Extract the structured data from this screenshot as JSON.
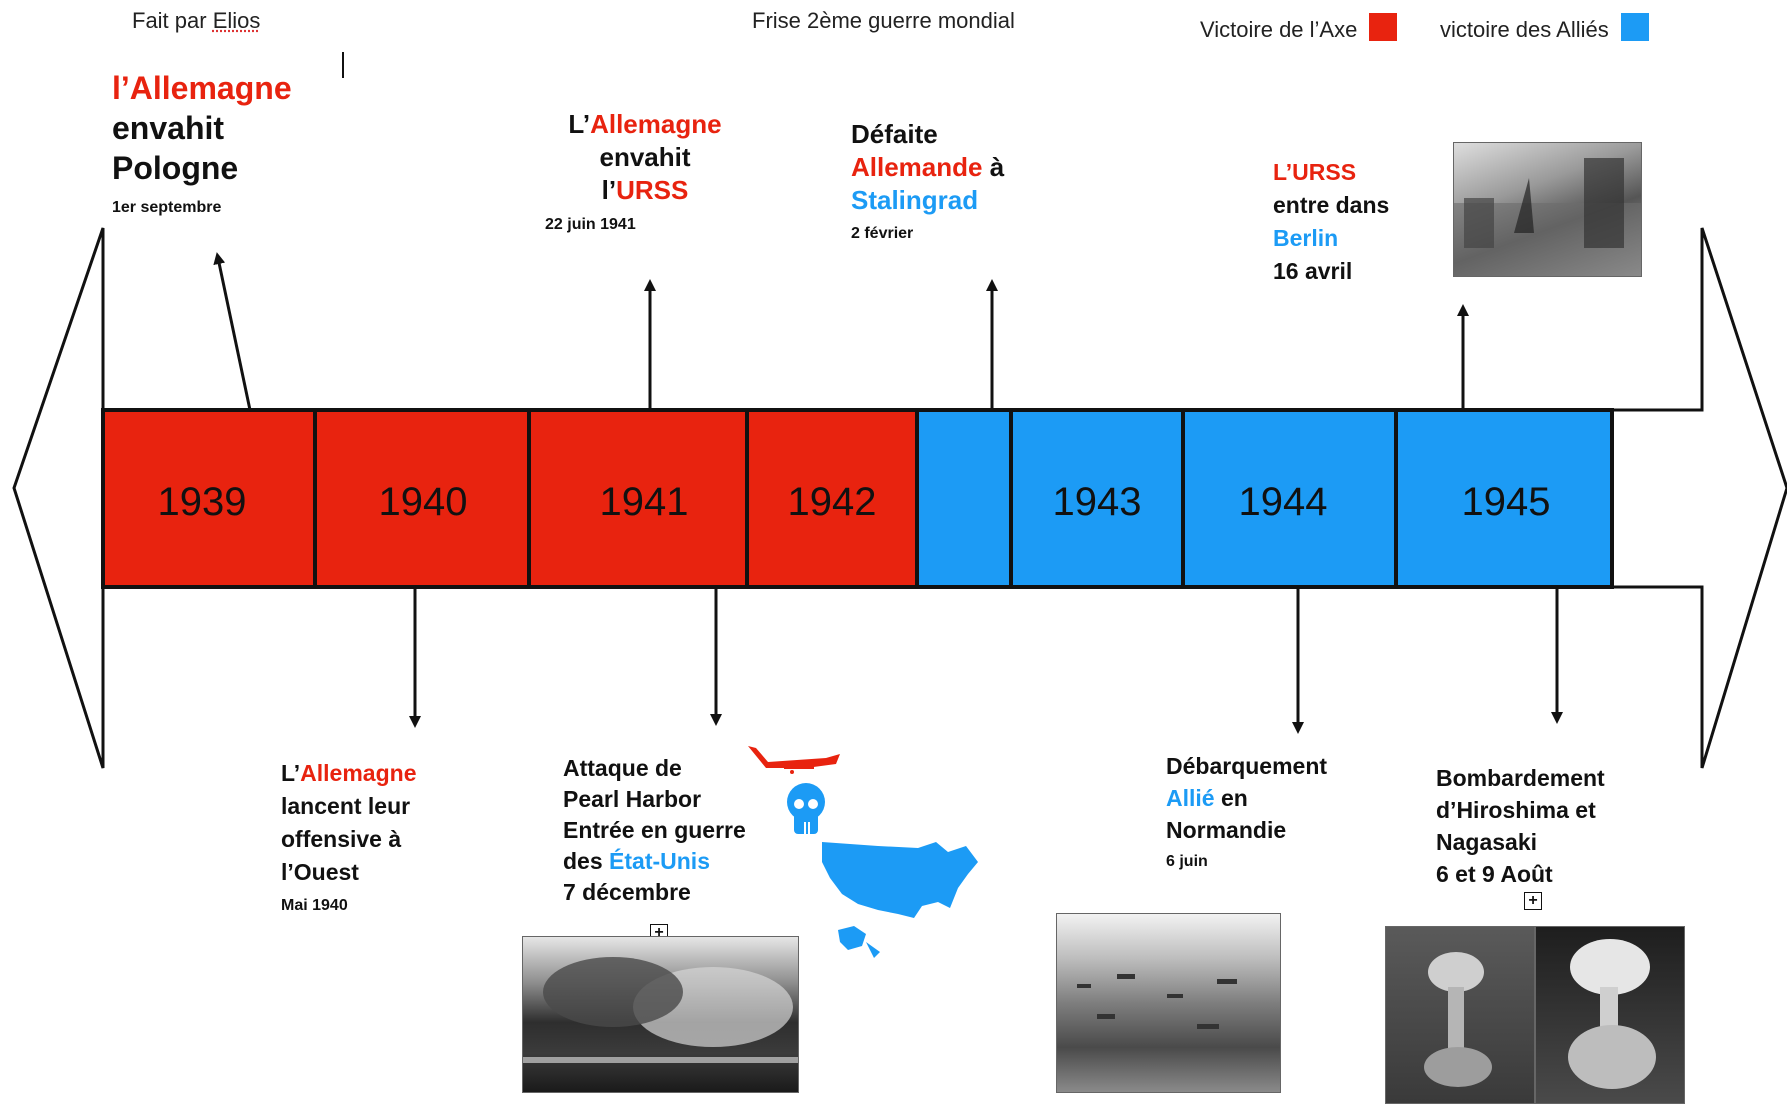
{
  "header": {
    "author_prefix": "Fait par ",
    "author_name": "Elios",
    "title": "Frise 2ème guerre mondial",
    "legend": [
      {
        "label": "Victoire de l’Axe",
        "color": "#e8230f"
      },
      {
        "label": "victoire des Alliés",
        "color": "#1c9bf5"
      }
    ]
  },
  "timeline": {
    "axis_color": "#e8230f",
    "allies_color": "#1c9bf5",
    "years": [
      "1939",
      "1940",
      "1941",
      "1942",
      "",
      "1943",
      "1944",
      "1945"
    ]
  },
  "events": {
    "poland": {
      "part1": "l’Allemagne",
      "part2": "envahit",
      "part3": "Pologne",
      "date": "1er septembre"
    },
    "ussr": {
      "part1": "L’",
      "part2": "Allemagne",
      "part3": "envahit",
      "part4": "l’",
      "part5": "URSS",
      "date": "22 juin 1941"
    },
    "stalingrad": {
      "part1": "Défaite",
      "part2": "Allemande",
      "part3": " à",
      "part4": "Stalingrad",
      "date": "2 février"
    },
    "berlin": {
      "part1": "L’URSS",
      "part2": "entre dans",
      "part3": "Berlin",
      "date": "16 avril"
    },
    "west": {
      "part1": "L’",
      "part2": "Allemagne",
      "part3": "lancent leur",
      "part4": "offensive à",
      "part5": "l’Ouest",
      "date": "Mai 1940"
    },
    "pearl": {
      "part1": "Attaque de",
      "part2": "Pearl Harbor",
      "part3": "Entrée en guerre",
      "part4": "des ",
      "part5": "État-Unis",
      "date": "7 décembre"
    },
    "normandy": {
      "part1": "Débarquement",
      "part2": "Allié",
      "part3": " en",
      "part4": "Normandie",
      "date": "6 juin"
    },
    "hiroshima": {
      "part1": "Bombardement",
      "part2": "d’Hiroshima et",
      "part3": "Nagasaki",
      "date": "6 et 9 Août"
    }
  },
  "icons": [
    "plane-icon",
    "skull-icon",
    "usa-map-icon",
    "plus-icon"
  ]
}
